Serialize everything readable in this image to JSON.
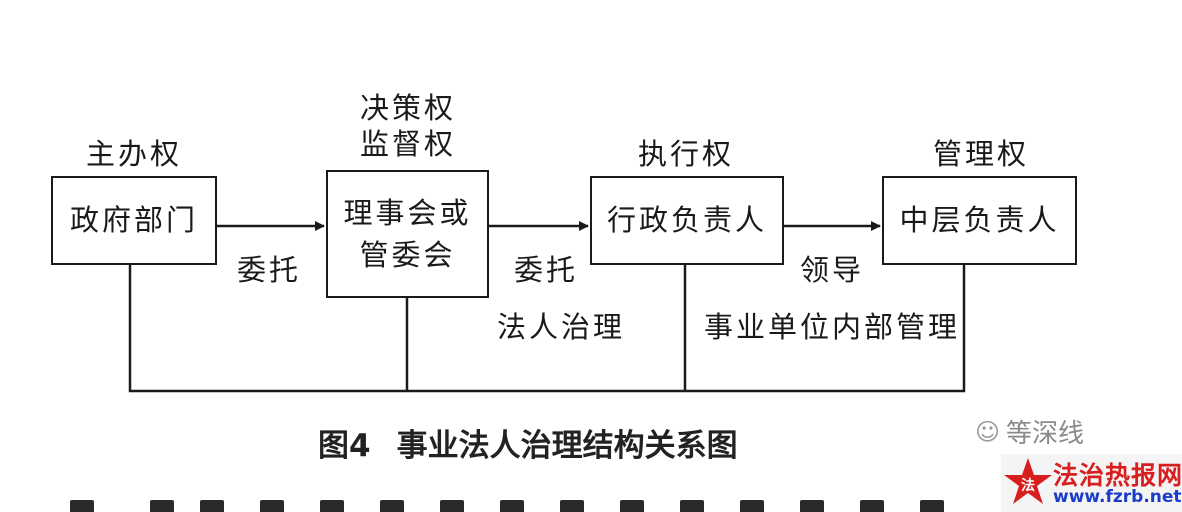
{
  "nodes": {
    "gov": {
      "label": "政府部门",
      "right": "主办权"
    },
    "board": {
      "line1": "理事会或",
      "line2": "管委会",
      "right1": "决策权",
      "right2": "监督权"
    },
    "exec": {
      "label": "行政负责人",
      "right": "执行权"
    },
    "mid": {
      "label": "中层负责人",
      "right": "管理权"
    }
  },
  "edges": {
    "gov_board": "委托",
    "board_exec": "委托",
    "exec_mid": "领导"
  },
  "groups": {
    "corporate_governance": "法人治理",
    "internal_management": "事业单位内部管理"
  },
  "caption": {
    "number": "图4",
    "text": "事业法人治理结构关系图"
  },
  "watermarks": {
    "wechat": "等深线",
    "logo_title": "法治热报网",
    "logo_badge": "法",
    "logo_url": "www.fzrb.net"
  }
}
